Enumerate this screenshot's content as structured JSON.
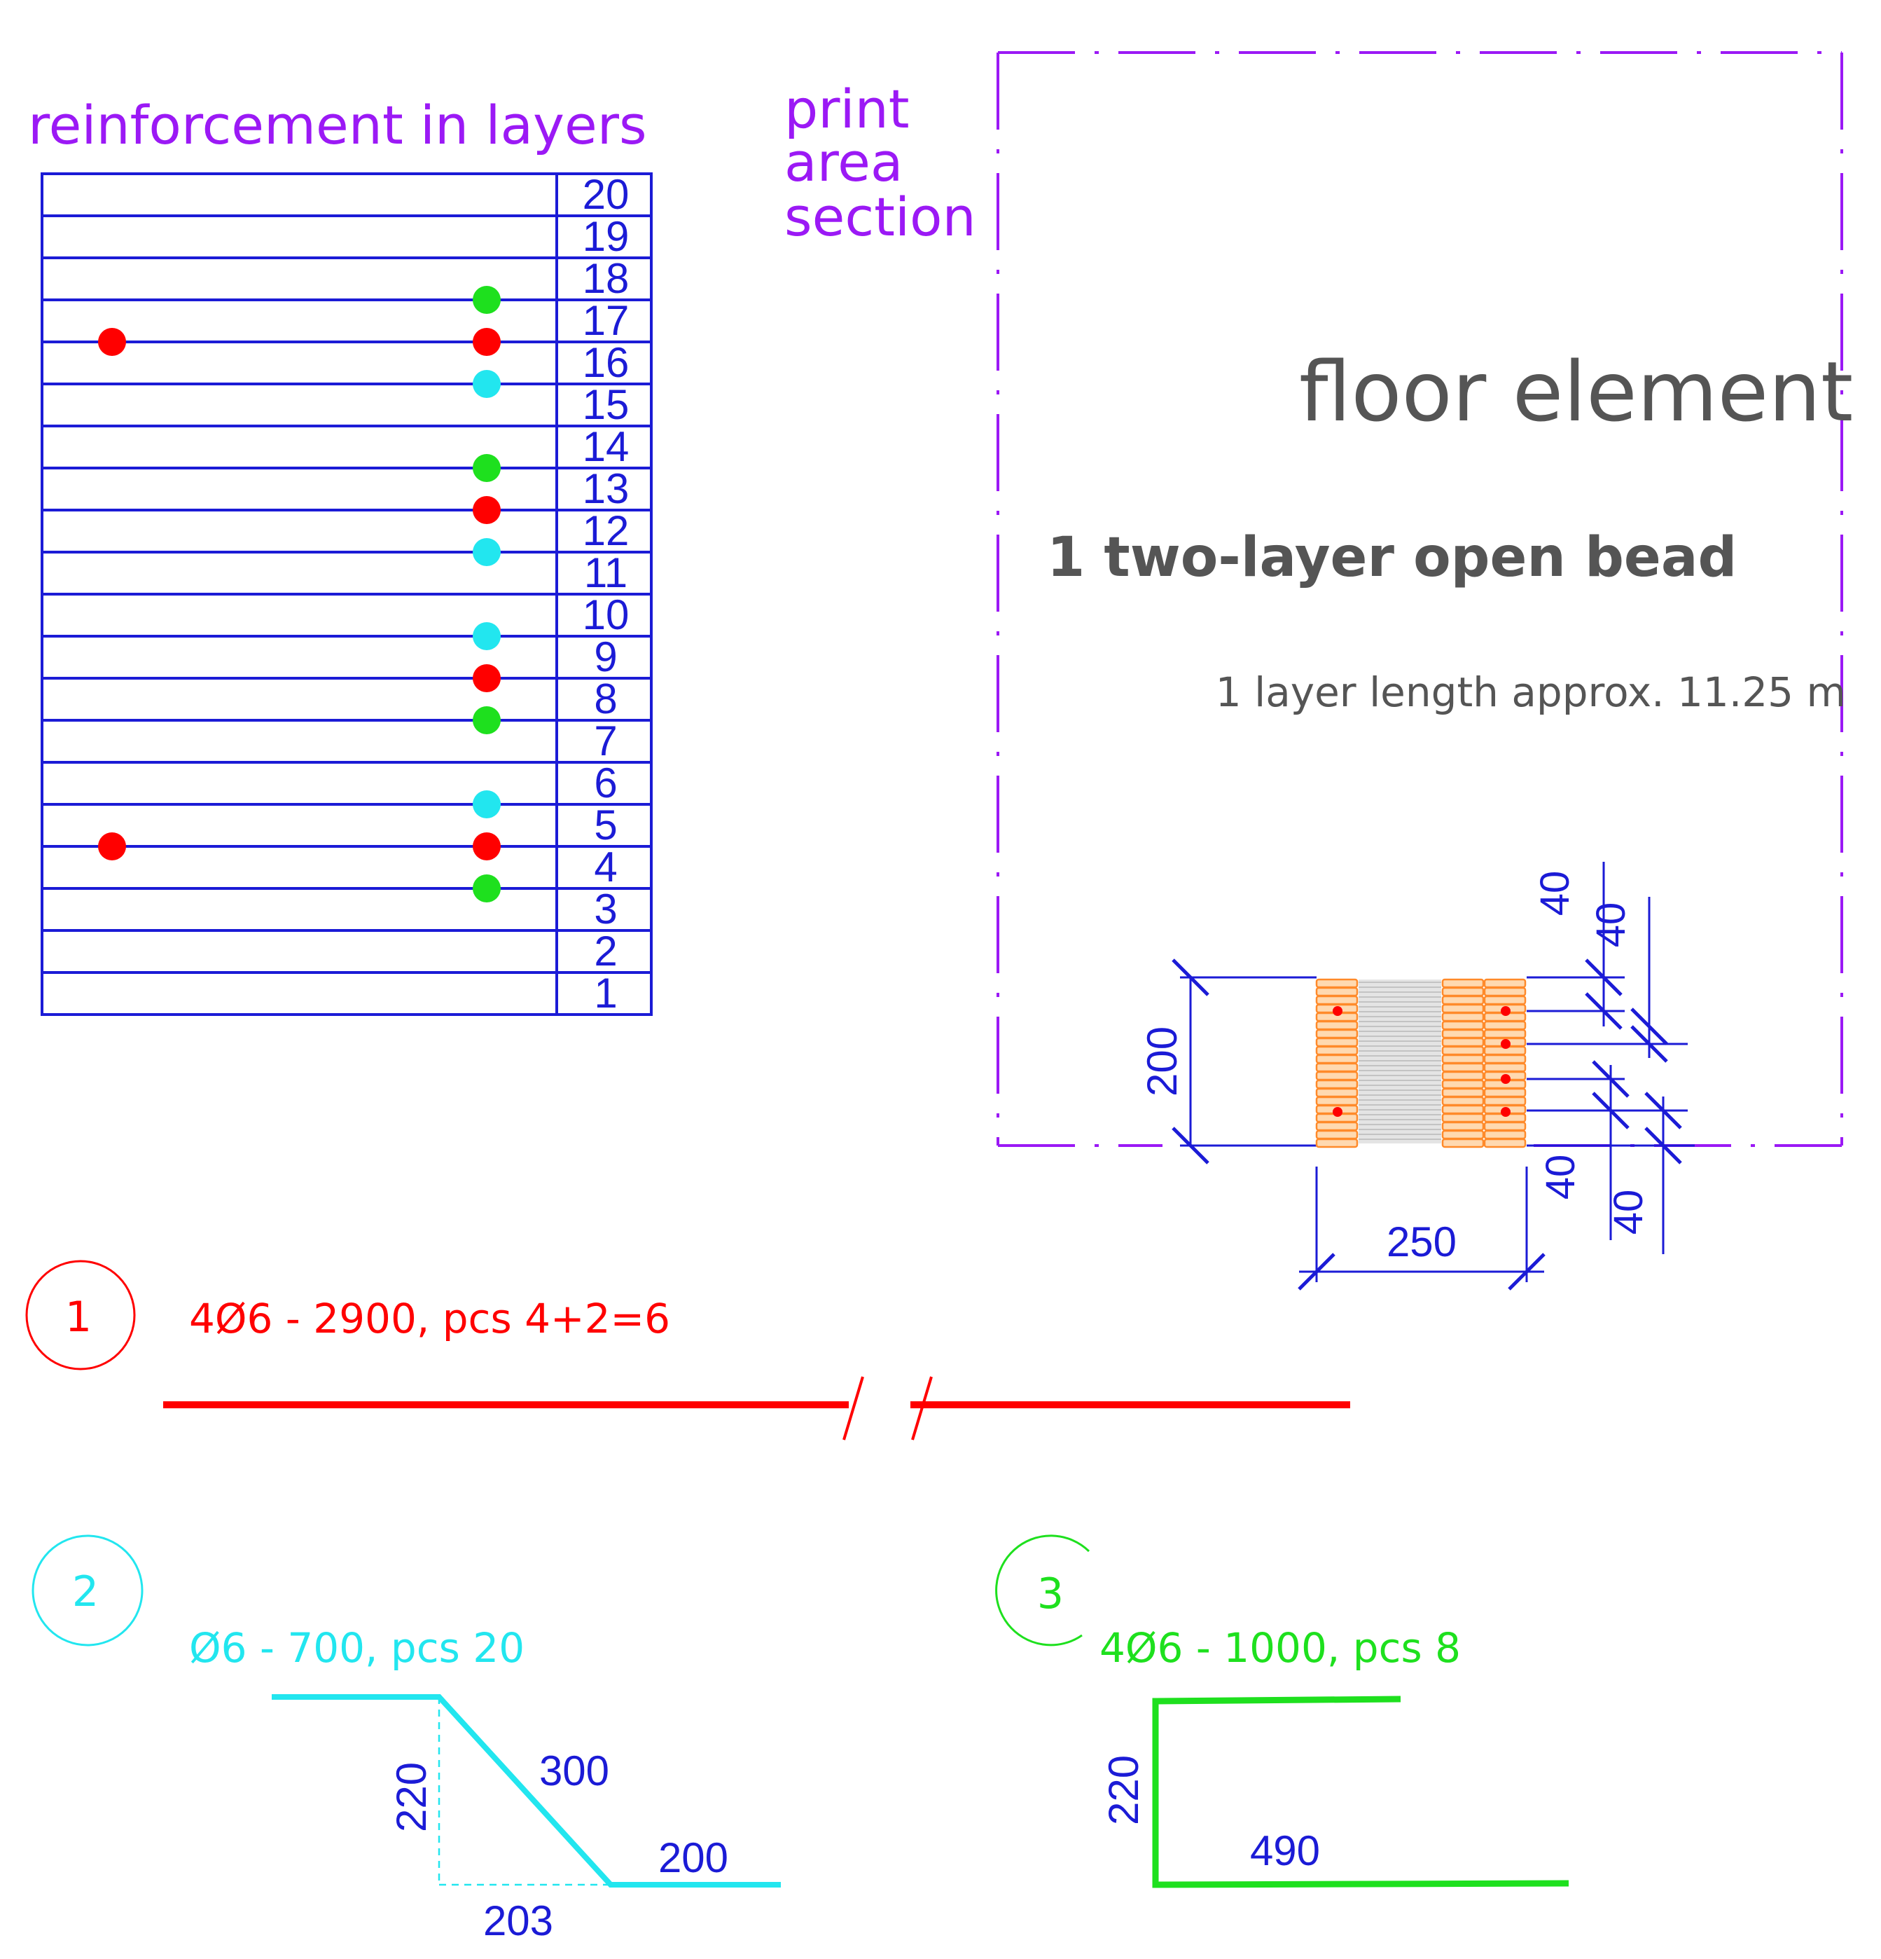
{
  "colors": {
    "blue": "#1b1bd6",
    "purple": "#9b19f5",
    "red": "#ff0000",
    "cyan": "#22e6ef",
    "green": "#1ee01e",
    "gray": "#555555",
    "orange": "#ff8a2a"
  },
  "layers": {
    "title": "reinforcement in layers",
    "numbers": [
      "20",
      "19",
      "18",
      "17",
      "16",
      "15",
      "14",
      "13",
      "12",
      "11",
      "10",
      "9",
      "8",
      "7",
      "6",
      "5",
      "4",
      "3",
      "2",
      "1"
    ]
  },
  "print_area": {
    "line1": "print",
    "line2": "area",
    "line3": "section"
  },
  "element": {
    "title": "floor element",
    "subtitle": "1 two-layer open bead",
    "note": "1 layer length approx. 11.25 m"
  },
  "section_dims": {
    "height": "200",
    "width": "250",
    "top_a": "40",
    "top_b": "40",
    "bottom_a": "40",
    "bottom_b": "40"
  },
  "bars": {
    "bar1": {
      "number": "1",
      "spec": "4Ø6 - 2900, pcs 4+2=6"
    },
    "bar2": {
      "number": "2",
      "spec": "Ø6 - 700, pcs 20",
      "dim_vertical": "220",
      "dim_diagonal": "300",
      "dim_horizontal": "200",
      "dim_base": "203"
    },
    "bar3": {
      "number": "3",
      "spec": "4Ø6 - 1000, pcs 8",
      "dim_vertical": "220",
      "dim_horizontal": "490"
    }
  }
}
